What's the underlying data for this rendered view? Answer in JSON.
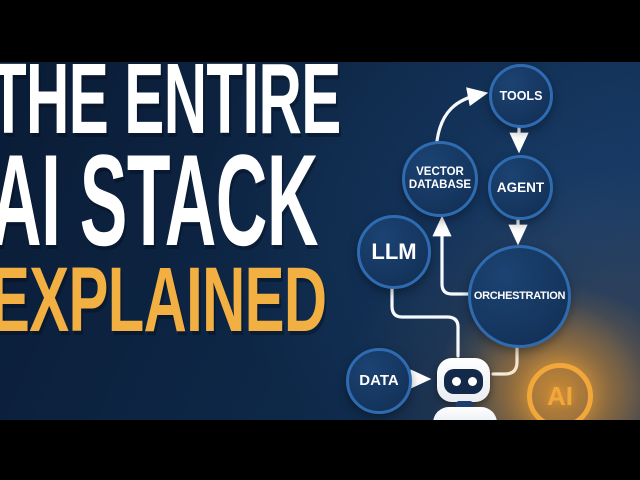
{
  "title": {
    "line1": "THE ENTIRE",
    "line2": "AI STACK",
    "line3": "EXPLAINED"
  },
  "diagram": {
    "nodes": {
      "tools": {
        "label": "TOOLS"
      },
      "vector_database": {
        "line1": "VECTOR",
        "line2": "DATABASE"
      },
      "agent": {
        "label": "AGENT"
      },
      "llm": {
        "label": "LLM"
      },
      "orchestration": {
        "label": "ORCHESTRATION"
      },
      "data": {
        "label": "DATA"
      }
    },
    "connections": [
      "vector_database -> tools",
      "tools -> agent",
      "agent -> orchestration",
      "orchestration -> vector_database",
      "data -> robot",
      "llm -> robot",
      "orchestration -> robot"
    ]
  },
  "ai_badge": {
    "label": "AI"
  },
  "icons": {
    "robot_mascot": "robot-mascot-icon",
    "ai_badge": "ai-badge-icon"
  },
  "colors": {
    "background_navy": "#0e2848",
    "letterbox_black": "#000000",
    "title_white": "#ffffff",
    "accent_gold": "#f2b043",
    "node_fill_navy": "#14345c",
    "node_border_blue": "#2f6bb0",
    "connector_white": "#ffffff",
    "robot_visor_navy": "#14284a"
  }
}
